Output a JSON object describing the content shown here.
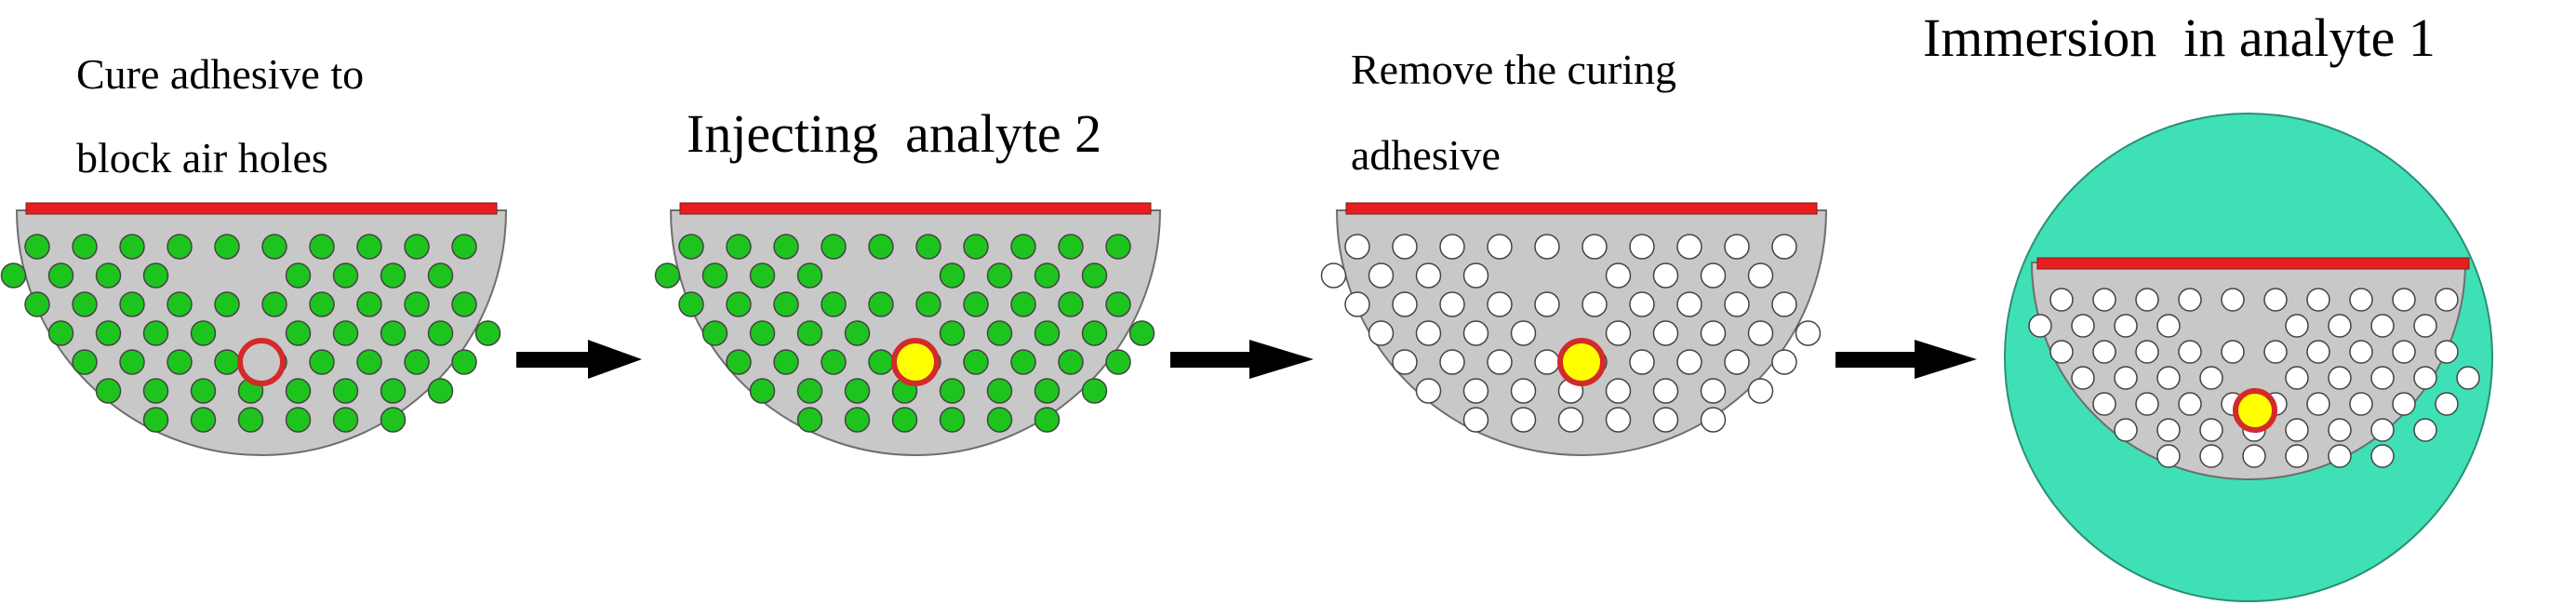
{
  "captions": {
    "step1_line1": "Cure adhesive to",
    "step1_line2": "block air holes",
    "step2": "Injecting  analyte 2",
    "step3_line1": "Remove the curing",
    "step3_line2": "adhesive",
    "step4": "Immersion  in analyte 1"
  },
  "colors": {
    "fiber_body": "#c8c8c8",
    "film": "#e81e1e",
    "hole_filled": "#1ec41e",
    "hole_empty": "#ffffff",
    "core_ring": "#d32a2a",
    "core_fill_analyte2": "#ffff00",
    "analyte1": "#40e0b7",
    "arrow": "#000000"
  },
  "steps": [
    {
      "id": "step1",
      "holes": "green",
      "core": "empty",
      "immersed": false
    },
    {
      "id": "step2",
      "holes": "green",
      "core": "yellow",
      "immersed": false
    },
    {
      "id": "step3",
      "holes": "white",
      "core": "yellow",
      "immersed": false
    },
    {
      "id": "step4",
      "holes": "white",
      "core": "yellow",
      "immersed": true
    }
  ]
}
